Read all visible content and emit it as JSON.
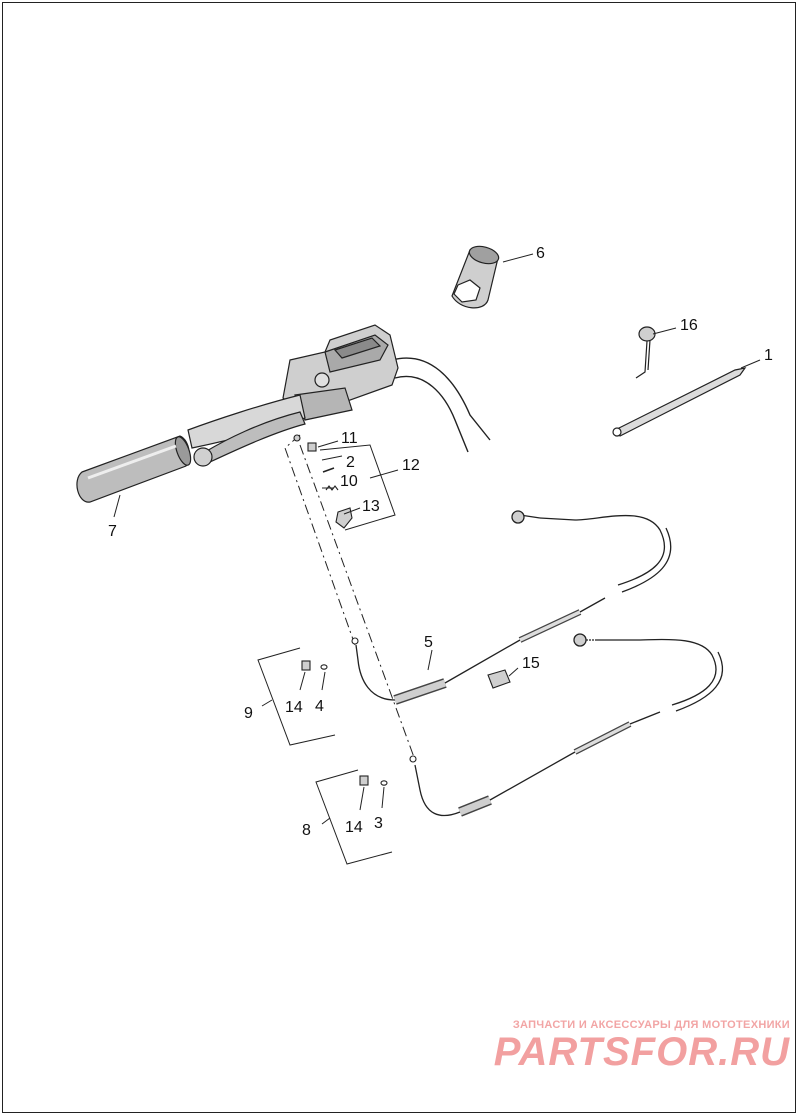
{
  "callouts": [
    {
      "id": "1",
      "text": "1"
    },
    {
      "id": "2",
      "text": "2"
    },
    {
      "id": "3",
      "text": "3"
    },
    {
      "id": "4",
      "text": "4"
    },
    {
      "id": "5",
      "text": "5"
    },
    {
      "id": "6",
      "text": "6"
    },
    {
      "id": "7",
      "text": "7"
    },
    {
      "id": "8",
      "text": "8"
    },
    {
      "id": "9",
      "text": "9"
    },
    {
      "id": "10",
      "text": "10"
    },
    {
      "id": "11",
      "text": "11"
    },
    {
      "id": "12",
      "text": "12"
    },
    {
      "id": "13",
      "text": "13"
    },
    {
      "id": "14a",
      "text": "14"
    },
    {
      "id": "14b",
      "text": "14"
    },
    {
      "id": "15",
      "text": "15"
    },
    {
      "id": "16",
      "text": "16"
    }
  ],
  "watermark": {
    "tagline": "ЗАПЧАСТИ И АКСЕССУАРЫ ДЛЯ МОТОТЕХНИКИ",
    "logo": "PARTSFOR.RU"
  },
  "colors": {
    "line": "#222222",
    "part_fill": "#cfcfcf",
    "part_dark": "#8a8a8a",
    "watermark": "#f2a0a0"
  }
}
